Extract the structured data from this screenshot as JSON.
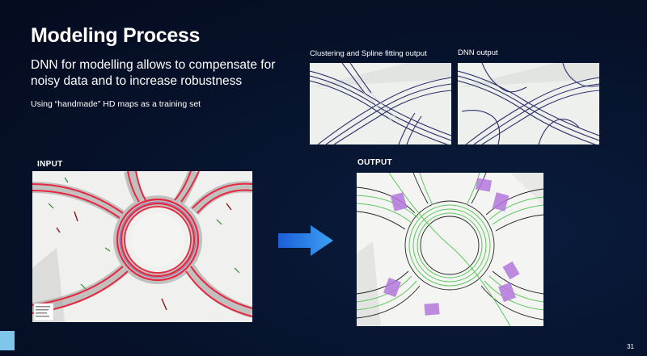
{
  "slide": {
    "title": "Modeling Process",
    "subtitle": "DNN for modelling allows to compensate for noisy data and to increase robustness",
    "note": "Using “handmade” HD maps as a training set",
    "page_number": "31"
  },
  "panels": {
    "clustering_caption": "Clustering and Spline fitting output",
    "dnn_caption": "DNN output",
    "input_label": "INPUT",
    "output_label": "OUTPUT"
  },
  "icons": {
    "arrow": "arrow-right-icon"
  },
  "colors": {
    "background": "#07142e",
    "accent": "#7ec7ea",
    "arrow": "#1a73e8",
    "input_tracks": "#e8263f",
    "output_lanes": "#5cc85c",
    "crosswalk": "#b478dc"
  }
}
